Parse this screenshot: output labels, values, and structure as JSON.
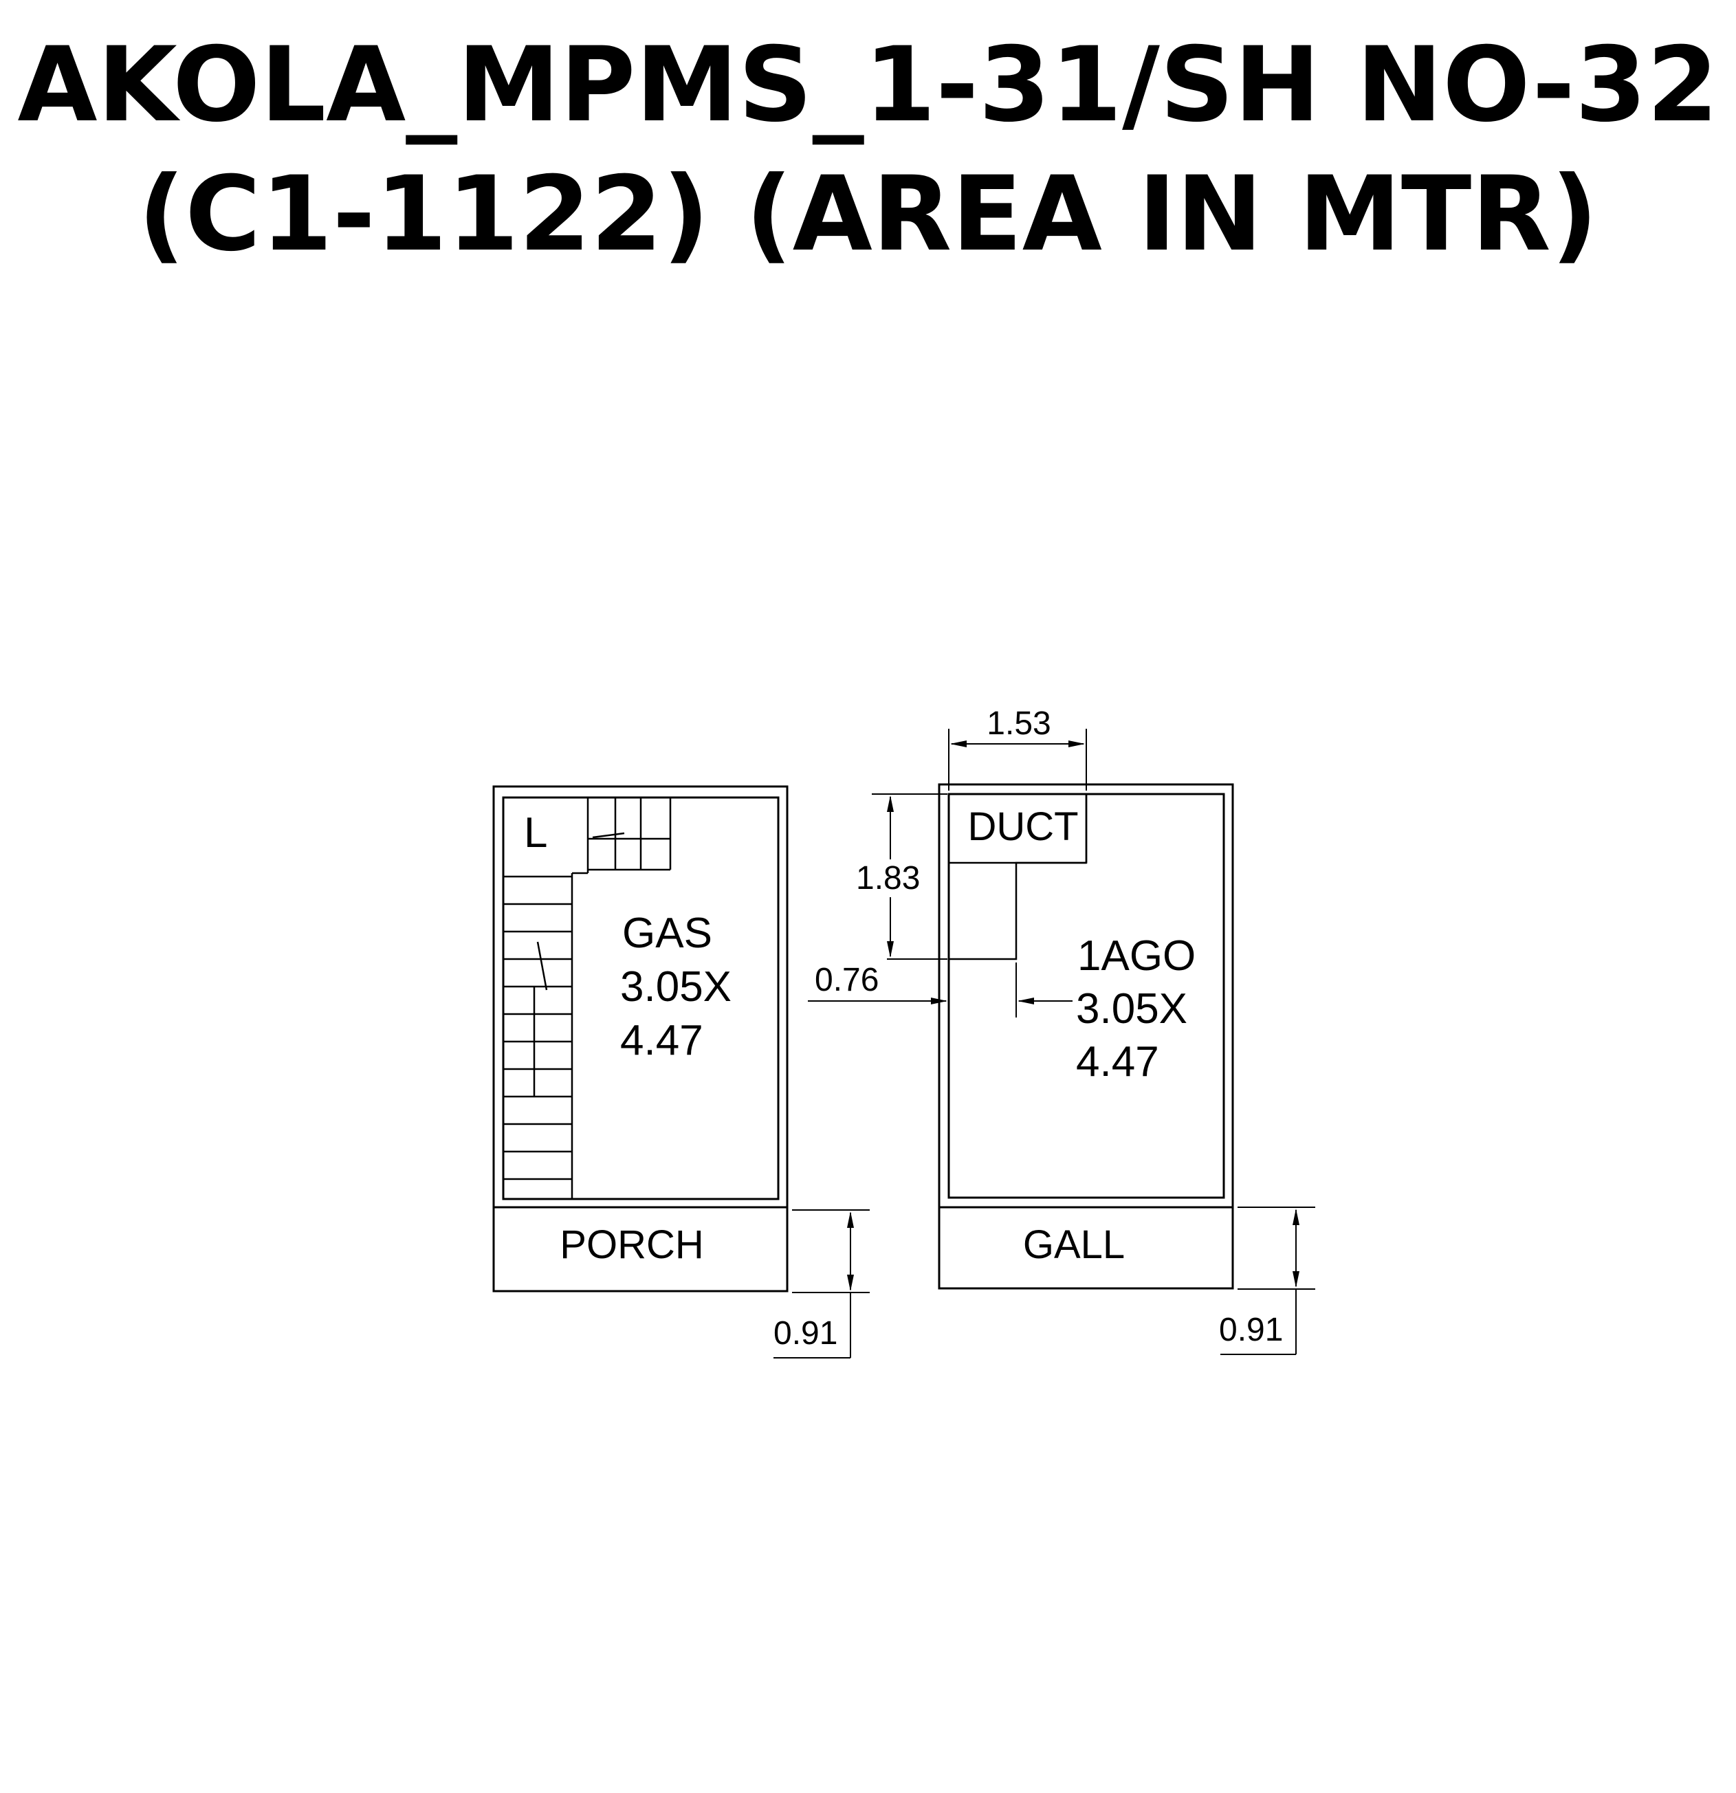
{
  "title": {
    "line1": "AKOLA_MPMS_1-31/SH NO-32",
    "line2": "(C1-1122) (AREA IN MTR)"
  },
  "left_unit": {
    "lift_label": "L",
    "room_name": "GAS",
    "room_dim_1": "3.05X",
    "room_dim_2": "4.47",
    "porch_label": "PORCH",
    "porch_depth": "0.91"
  },
  "right_unit": {
    "duct_label": "DUCT",
    "duct_width": "1.53",
    "duct_depth": "1.83",
    "offset": "0.76",
    "room_name": "1AGO",
    "room_dim_1": "3.05X",
    "room_dim_2": "4.47",
    "gall_label": "GALL",
    "gall_depth": "0.91"
  },
  "colors": {
    "line": "#000000",
    "background": "#ffffff"
  }
}
